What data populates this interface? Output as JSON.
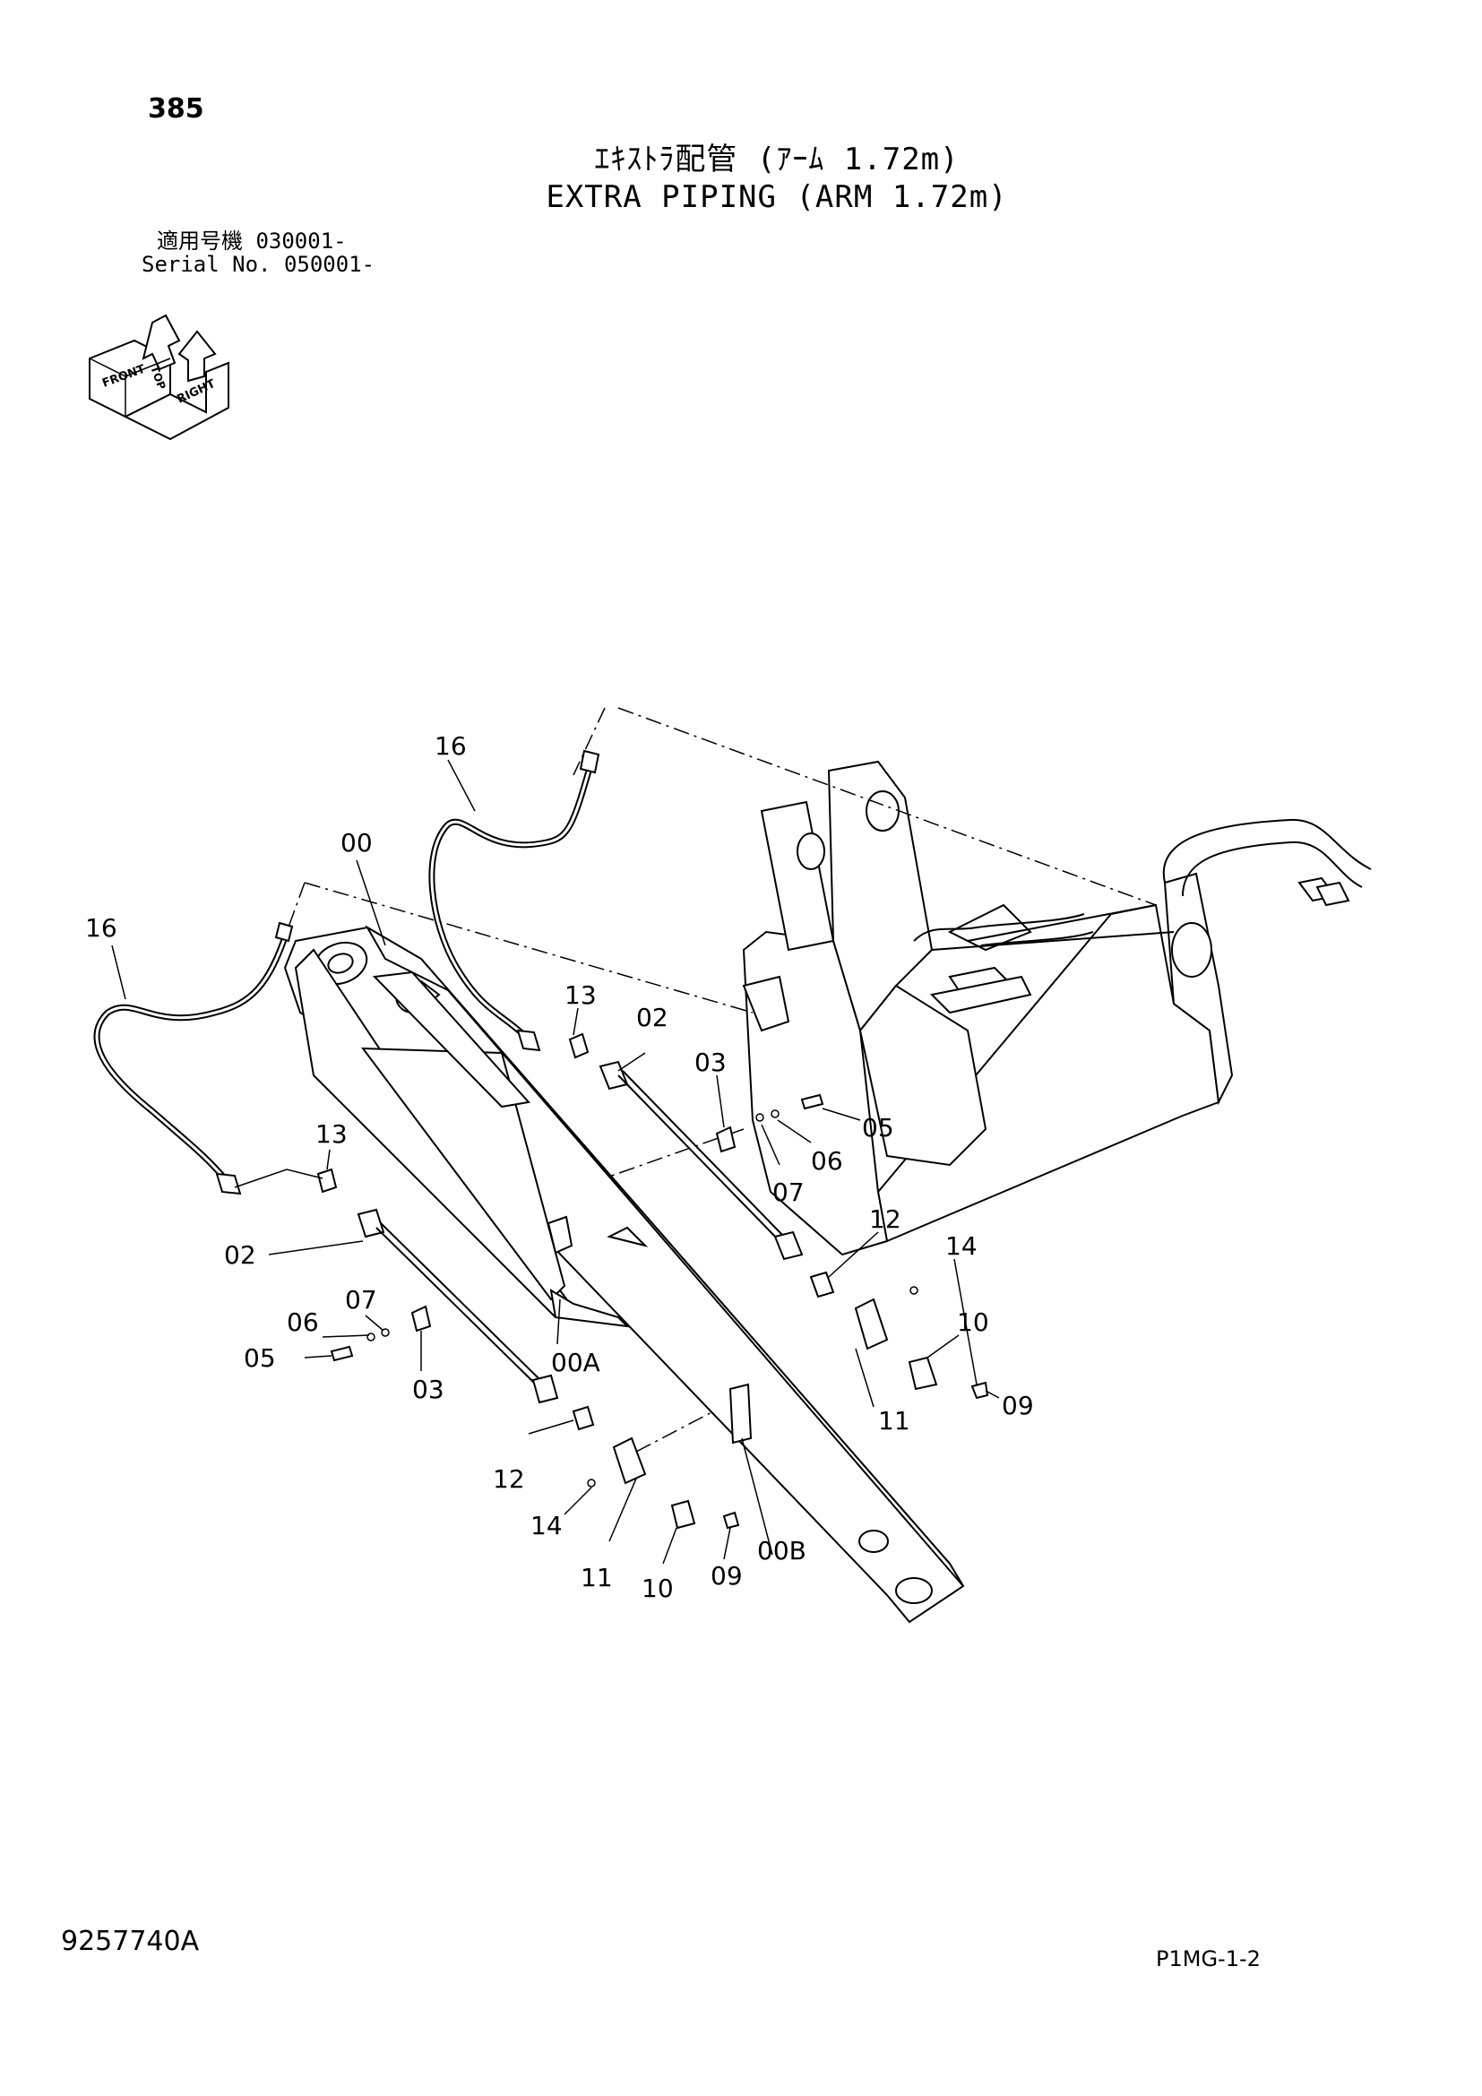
{
  "header": {
    "page_number": "385",
    "title_jp": "ｴｷｽﾄﾗ配管 (ｱｰﾑ 1.72m)",
    "title_en": "EXTRA PIPING (ARM 1.72m)",
    "serial_jp": "適用号機  030001-",
    "serial_en": "Serial No. 050001-"
  },
  "orientation_icon": {
    "labels": [
      "FRONT",
      "TOP",
      "RIGHT"
    ]
  },
  "callouts": {
    "c16a": "16",
    "c16b": "16",
    "c00": "00",
    "c13a": "13",
    "c02a": "02",
    "c03a": "03",
    "c05a": "05",
    "c06a": "06",
    "c07a": "07",
    "c13b": "13",
    "c02b": "02",
    "c07b": "07",
    "c06b": "06",
    "c05b": "05",
    "c03b": "03",
    "c00a": "00A",
    "c12a": "12",
    "c14a": "14",
    "c10a": "10",
    "c11a": "11",
    "c09a": "09",
    "c12b": "12",
    "c14b": "14",
    "c11b": "11",
    "c10b": "10",
    "c09b": "09",
    "c00b": "00B"
  },
  "footer": {
    "drawing_number": "9257740A",
    "page_ref": "P1MG-1-2"
  }
}
